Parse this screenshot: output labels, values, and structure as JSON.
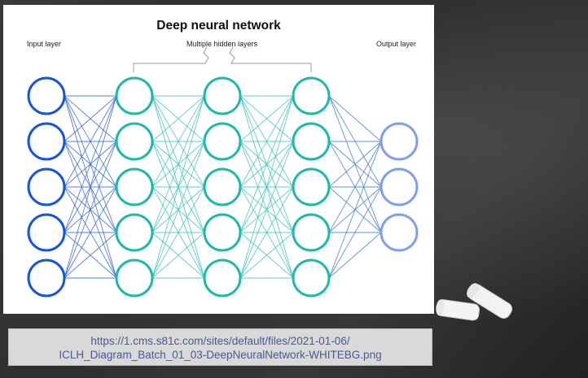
{
  "diagram": {
    "title": "Deep neural network",
    "labels": {
      "input": "Input layer",
      "hidden": "Multiple hidden layers",
      "output": "Output layer"
    },
    "layers": [
      {
        "id": "input",
        "nodes": 5,
        "color": "#1557d6"
      },
      {
        "id": "hidden-1",
        "nodes": 5,
        "color": "#20b8a8"
      },
      {
        "id": "hidden-2",
        "nodes": 5,
        "color": "#20b8a8"
      },
      {
        "id": "hidden-3",
        "nodes": 5,
        "color": "#20b8a8"
      },
      {
        "id": "output",
        "nodes": 3,
        "color": "#7f9fe8"
      }
    ],
    "edge_colors": {
      "input_to_hidden": "#3a67d8",
      "hidden_to_hidden": "#45c4b8",
      "hidden_to_output": "#4a7fd0"
    }
  },
  "caption": {
    "line1": "https://1.cms.s81c.com/sites/default/files/2021-01-06/",
    "line2": "ICLH_Diagram_Batch_01_03-DeepNeuralNetwork-WHITEBG.png"
  }
}
